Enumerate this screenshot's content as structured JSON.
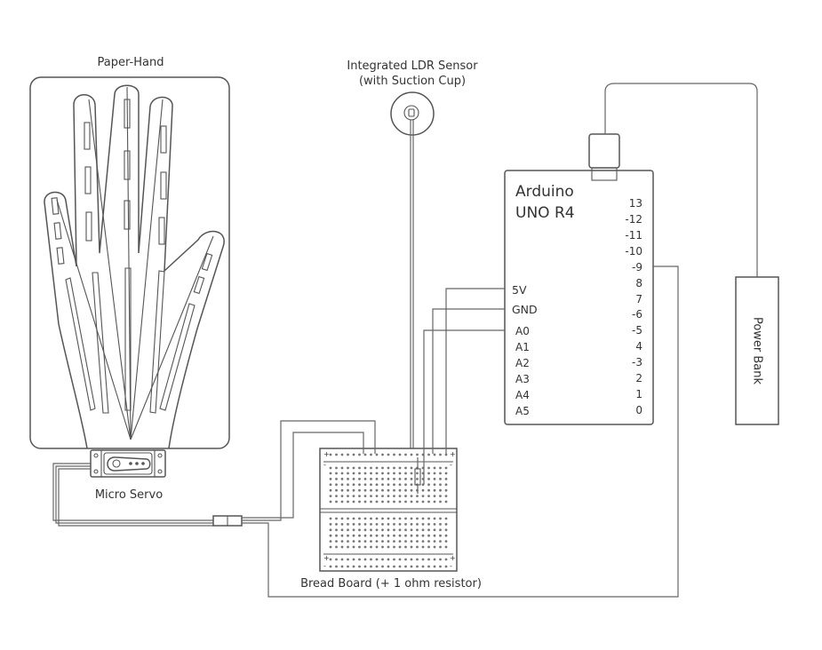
{
  "labels": {
    "paper_hand": "Paper-Hand",
    "ldr_sensor_line1": "Integrated LDR Sensor",
    "ldr_sensor_line2": "(with Suction Cup)",
    "micro_servo": "Micro Servo",
    "breadboard": "Bread Board (+ 1 ohm resistor)",
    "power_bank": "Power Bank"
  },
  "arduino": {
    "title_line1": "Arduino",
    "title_line2": "UNO R4",
    "left_pins": [
      "5V",
      "GND",
      "A0",
      "A1",
      "A2",
      "A3",
      "A4",
      "A5"
    ],
    "right_pins": [
      "13",
      "-12",
      "-11",
      "-10",
      "-9",
      "8",
      "7",
      "-6",
      "-5",
      "4",
      "-3",
      "2",
      "1",
      "0"
    ]
  },
  "breadboard_marks": {
    "plus": "+",
    "minus": "-"
  },
  "colors": {
    "line": "#555555",
    "text": "#333333",
    "background": "#ffffff"
  },
  "icons": [
    "hand-outline-icon",
    "ldr-sensor-icon",
    "servo-icon",
    "arduino-board-icon",
    "usb-plug-icon",
    "breadboard-icon",
    "resistor-icon",
    "power-bank-icon",
    "connector-icon"
  ]
}
